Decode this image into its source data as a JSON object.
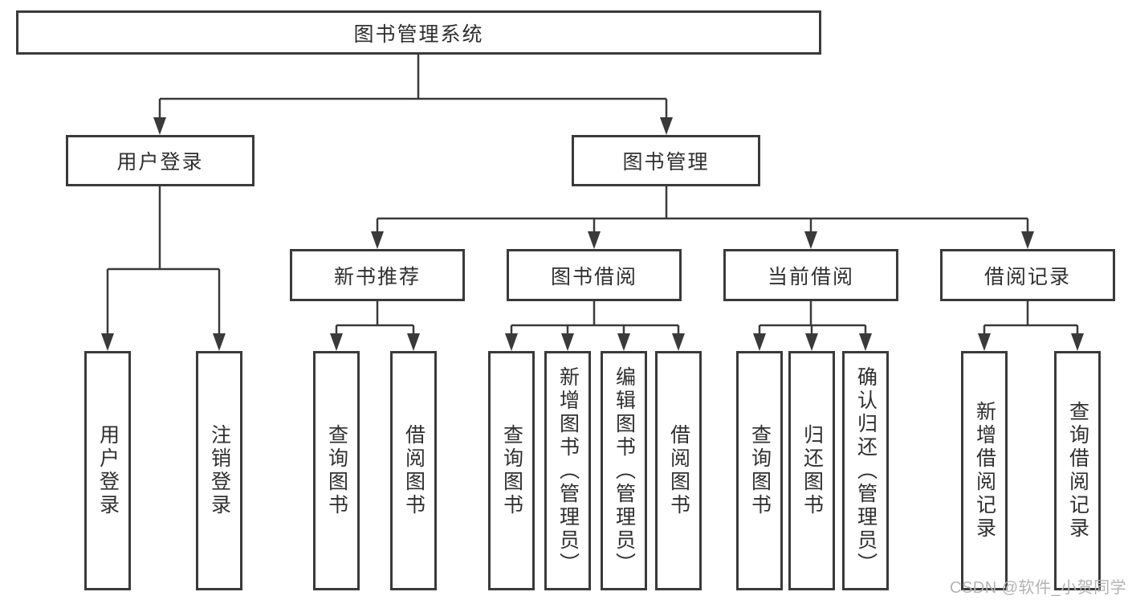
{
  "root": {
    "label": "图书管理系统"
  },
  "branches": [
    {
      "label": "用户登录"
    },
    {
      "label": "图书管理"
    }
  ],
  "modules": [
    {
      "label": "新书推荐"
    },
    {
      "label": "图书借阅"
    },
    {
      "label": "当前借阅"
    },
    {
      "label": "借阅记录"
    }
  ],
  "leaves": {
    "login": [
      {
        "label": "用户登录"
      },
      {
        "label": "注销登录"
      }
    ],
    "newbook": [
      {
        "label": "查询图书"
      },
      {
        "label": "借阅图书"
      }
    ],
    "borrow": [
      {
        "label": "查询图书"
      },
      {
        "label": "新增图书（管理员）"
      },
      {
        "label": "编辑图书（管理员）"
      },
      {
        "label": "借阅图书"
      }
    ],
    "current": [
      {
        "label": "查询图书"
      },
      {
        "label": "归还图书"
      },
      {
        "label": "确认归还（管理员）"
      }
    ],
    "records": [
      {
        "label": "新增借阅记录"
      },
      {
        "label": "查询借阅记录"
      }
    ]
  },
  "watermark": {
    "text": "CSDN @软件_小贺同学"
  },
  "colors": {
    "line": "#3a3a3a",
    "text": "#2f2f2f",
    "background": "#ffffff",
    "watermark": "#b3b3b3"
  }
}
